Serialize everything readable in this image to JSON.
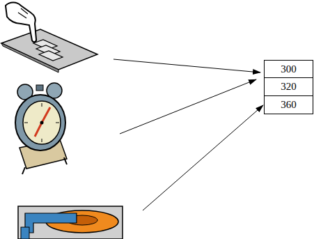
{
  "diagram": {
    "nodes": [
      {
        "text": [
          "300"
        ]
      },
      {
        "text": [
          "320"
        ]
      },
      {
        "text": [
          "360"
        ]
      }
    ]
  }
}
